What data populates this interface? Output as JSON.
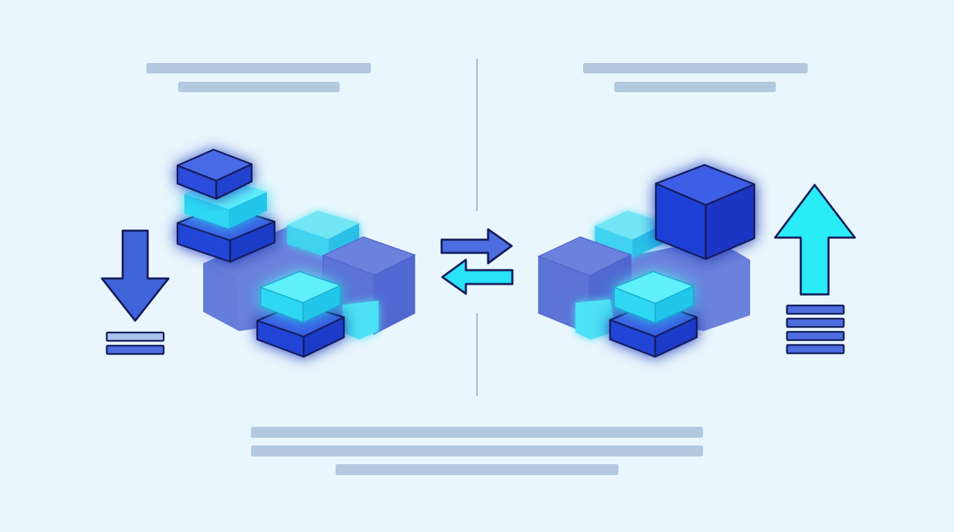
{
  "diagram": {
    "left_panel": {
      "direction": "down",
      "arrow_icon": "arrow-down-icon",
      "stack_bars_count": 2,
      "heading_placeholder_lines": 2
    },
    "right_panel": {
      "direction": "up",
      "arrow_icon": "arrow-up-icon",
      "stack_bars_count": 4,
      "heading_placeholder_lines": 2
    },
    "center": {
      "exchange_icon": "swap-arrows-icon"
    },
    "footer": {
      "placeholder_lines": 3
    }
  },
  "colors": {
    "background": "#eaf6fd",
    "placeholder_bar": "#b3c9df",
    "divider": "#9fb2c6",
    "indigo_dark": "#1d3fd6",
    "indigo": "#3558e0",
    "indigo_muted": "#5a73d8",
    "cyan": "#29e3f6",
    "cyan_light": "#5ee8f7",
    "outline": "#141d5c"
  }
}
